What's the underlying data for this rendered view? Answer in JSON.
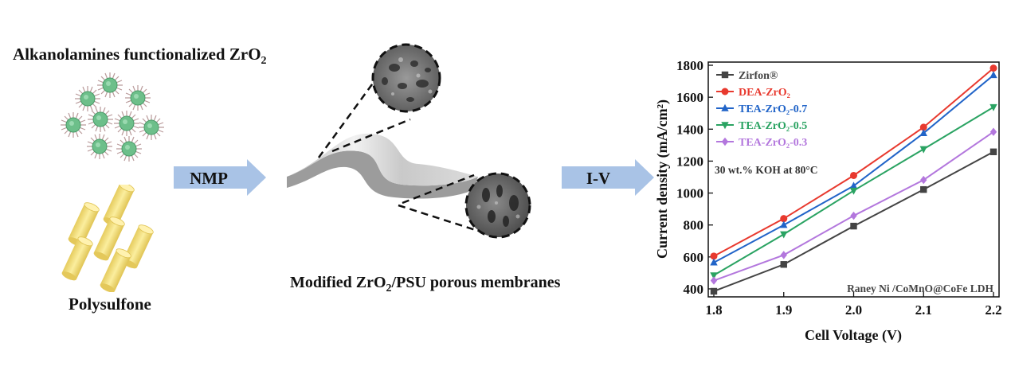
{
  "left_panel": {
    "title_main": "Alkanolamines functionalized ZrO",
    "title_sub": "2",
    "polymer_label": "Polysulfone"
  },
  "process": {
    "arrow1_label": "NMP",
    "arrow2_label": "I-V",
    "membrane_caption_part1": "Modified ZrO",
    "membrane_caption_sub": "2",
    "membrane_caption_part2": "/PSU porous membranes"
  },
  "colors": {
    "arrow": "#a9c3e6",
    "particle": "#6dbf8a",
    "cylinder": "#f0dc7e"
  },
  "chart_data": {
    "type": "line",
    "x": [
      1.8,
      1.9,
      2.0,
      2.1,
      2.2
    ],
    "xlim": [
      1.8,
      2.2
    ],
    "ylim": [
      350,
      1820
    ],
    "xticks": [
      "1.8",
      "1.9",
      "2.0",
      "2.1",
      "2.2"
    ],
    "yticks": [
      "400",
      "600",
      "800",
      "1000",
      "1200",
      "1400",
      "1600",
      "1800"
    ],
    "xlabel": "Cell Voltage (V)",
    "ylabel": "Current density (mA/cm²)",
    "annotation_condition": "30 wt.% KOH at 80°C",
    "annotation_electrodes": "Raney Ni /CoMnO@CoFe LDH",
    "legend_position": "top-left",
    "series": [
      {
        "name": "Zirfon®",
        "color": "#444444",
        "marker": "square",
        "values": [
          385,
          553,
          793,
          1022,
          1258
        ]
      },
      {
        "name": "DEA-ZrO₂",
        "color": "#e8392e",
        "marker": "circle",
        "values": [
          605,
          840,
          1110,
          1412,
          1782
        ]
      },
      {
        "name": "TEA-ZrO₂-0.7",
        "color": "#2164c8",
        "marker": "triangle-up",
        "values": [
          565,
          800,
          1045,
          1375,
          1738
        ]
      },
      {
        "name": "TEA-ZrO₂-0.5",
        "color": "#2aa362",
        "marker": "triangle-down",
        "values": [
          485,
          742,
          1015,
          1275,
          1538
        ]
      },
      {
        "name": "TEA-ZrO₂-0.3",
        "color": "#b377dd",
        "marker": "diamond",
        "values": [
          452,
          612,
          858,
          1082,
          1383
        ]
      }
    ]
  }
}
